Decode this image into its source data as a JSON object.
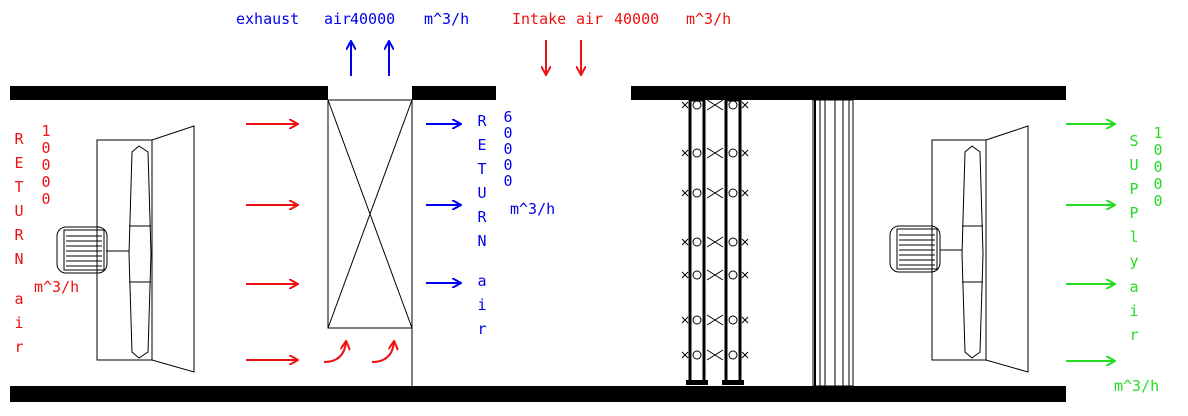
{
  "colors": {
    "exhaust": "#0000ee",
    "intake": "#ee1111",
    "return": "#ee1111",
    "return_out": "#0000ee",
    "supply": "#22dd22",
    "line": "#000000"
  },
  "labels": {
    "exhaust_air": "exhaust",
    "exhaust_air2": "air",
    "exhaust_flow": "40000",
    "exhaust_unit": "m^3/h",
    "intake_air": "Intake",
    "intake_air2": "air",
    "intake_flow": "40000",
    "intake_unit": "m^3/h",
    "return_vertical": "RETURN",
    "return_air_vertical": "air",
    "return_flow": "10000",
    "return_unit": "m^3/h",
    "return2_vertical": "RETURN",
    "return2_air_vertical": "air",
    "return2_flow": "60000",
    "return2_unit": "m^3/h",
    "supply_vertical": "SUPPly",
    "supply_air_vertical": "air",
    "supply_flow": "10000",
    "supply_unit": "m^3/h"
  },
  "icons": {
    "fan_left": "fan-motor-icon",
    "fan_right": "fan-motor-icon",
    "heat_exchanger": "heat-exchanger-icon",
    "coil_bank": "coil-icon",
    "filter": "filter-icon"
  }
}
